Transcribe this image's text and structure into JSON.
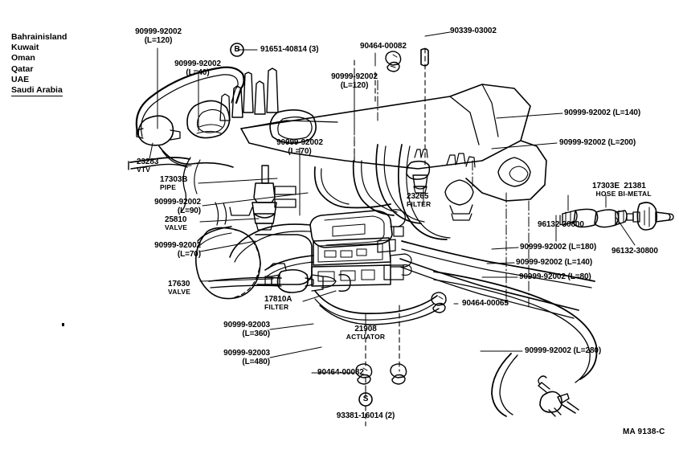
{
  "sheet": {
    "corner_code": "MA 9138-C",
    "market_note_title": "market-applicability-list",
    "countries": [
      "Bahrainisland",
      "Kuwait",
      "Oman",
      "Qatar",
      "UAE",
      "Saudi Arabia"
    ]
  },
  "callouts": {
    "hose_120_top_left": {
      "part": "90999-92002",
      "length": "(L=120)"
    },
    "hose_40": {
      "part": "90999-92002",
      "length": "(L=40)"
    },
    "clamp_b": {
      "part": "91651-40814 (3)",
      "marker": "B"
    },
    "clip_00082_top": {
      "part": "90464-00082"
    },
    "plug_90339": {
      "part": "90339-03002"
    },
    "hose_120_mid": {
      "part": "90999-92002",
      "length": "(L=120)"
    },
    "hose_140_right": {
      "part": "90999-92002 (L=140)"
    },
    "hose_200_right": {
      "part": "90999-92002 (L=200)"
    },
    "vtv_23283": {
      "part": "23283",
      "name": "VTV"
    },
    "pipe_17303b": {
      "part": "17303B",
      "name": "PIPE"
    },
    "hose_90": {
      "part": "90999-92002",
      "length": "(L=90)"
    },
    "valve_25810": {
      "part": "25810",
      "name": "VALVE"
    },
    "hose_70_left": {
      "part": "90999-92002",
      "length": "(L=70)"
    },
    "hose_70_mid": {
      "part": "90999-92002",
      "length": "(L=70)"
    },
    "filter_23265": {
      "part": "23265",
      "name": "FILTER"
    },
    "hose_17303e": {
      "part": "17303E",
      "name": "HOSE"
    },
    "bimetal_21381": {
      "part": "21381",
      "name": "BI-METAL"
    },
    "clamp_96132_left": {
      "part": "96132-30800"
    },
    "clamp_96132_right": {
      "part": "96132-30800"
    },
    "hose_180": {
      "part": "90999-92002 (L=180)"
    },
    "hose_140_mid": {
      "part": "90999-92002 (L=140)"
    },
    "hose_80": {
      "part": "90999-92002 (L=80)"
    },
    "valve_17630": {
      "part": "17630",
      "name": "VALVE"
    },
    "filter_17810a": {
      "part": "17810A",
      "name": "FILTER"
    },
    "hose_360": {
      "part": "90999-92003",
      "length": "(L=360)"
    },
    "hose_480": {
      "part": "90999-92003",
      "length": "(L=480)"
    },
    "actuator_21908": {
      "part": "21908",
      "name": "ACTUATOR"
    },
    "clip_00065": {
      "part": "90464-00065"
    },
    "clip_00082_bottom": {
      "part": "90464-00082"
    },
    "bolt_93381": {
      "part": "93381-16014 (2)",
      "marker": "S"
    },
    "hose_280": {
      "part": "90999-92002 (L=280)"
    }
  }
}
